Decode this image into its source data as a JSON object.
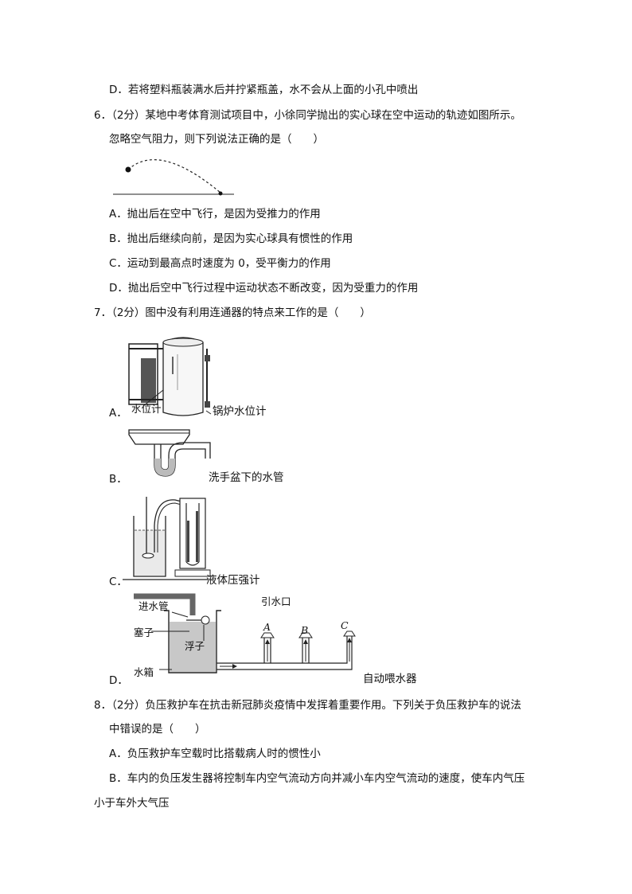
{
  "q5": {
    "option_d": "D．若将塑料瓶装满水后并拧紧瓶盖，水不会从上面的小孔中喷出"
  },
  "q6": {
    "stem_1": "6．（2分）某地中考体育测试项目中，小徐同学抛出的实心球在空中运动的轨迹如图所示。",
    "stem_2": "忽略空气阻力，则下列说法正确的是（　　）",
    "options": [
      "A．抛出后在空中飞行，是因为受推力的作用",
      "B．抛出后继续向前，是因为实心球具有惯性的作用",
      "C．运动到最高点时速度为 0，受平衡力的作用",
      "D．抛出后空中飞行过程中运动状态不断改变，因为受重力的作用"
    ]
  },
  "q7": {
    "stem": "7．（2分）图中没有利用连通器的特点来工作的是（　　）",
    "options": [
      {
        "letter": "A．",
        "labels": [
          "水位计",
          "锅炉水位计"
        ]
      },
      {
        "letter": "B．",
        "labels": [
          "洗手盆下的水管"
        ]
      },
      {
        "letter": "C．",
        "labels": [
          "液体压强计"
        ]
      },
      {
        "letter": "D．",
        "labels": [
          "进水管",
          "塞子",
          "浮子",
          "水箱",
          "引水口",
          "A",
          "B",
          "C",
          "自动喂水器"
        ]
      }
    ]
  },
  "q8": {
    "stem_1": "8．（2分）负压救护车在抗击新冠肺炎疫情中发挥着重要作用。下列关于负压救护车的说法",
    "stem_2": "中错误的是（　　）",
    "option_a": "A．负压救护车空载时比搭载病人时的惯性小",
    "option_b_1": "B．车内的负压发生器将控制车内空气流动方向并减小车内空气流动的速度，使车内气压",
    "option_b_2": "小于车外大气压"
  }
}
